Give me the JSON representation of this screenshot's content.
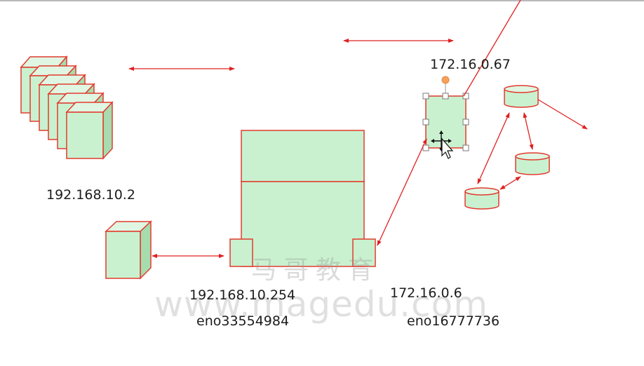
{
  "colors": {
    "fill": "#c9f1cf",
    "stroke": "#e23b2f",
    "arrow": "#e02020",
    "text": "#1c1c1c",
    "handle": "#f6a25a"
  },
  "labels": {
    "client_ip": "192.168.10.2",
    "router_inner_ip": "192.168.10.254",
    "router_inner_iface": "eno33554984",
    "router_outer_ip": "172.16.0.6",
    "router_outer_iface": "eno16777736",
    "server_ip": "172.16.0.67"
  },
  "watermark": {
    "chinese": "马哥教育",
    "url": "www.magedu.com"
  },
  "icons": [
    "cursor-move-icon"
  ]
}
